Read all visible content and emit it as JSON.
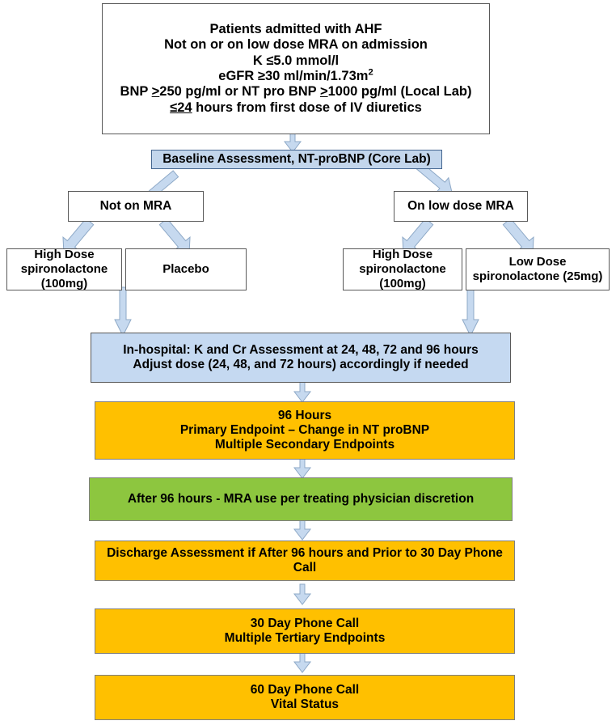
{
  "diagram": {
    "title": "AHF spironolactone trial flow diagram",
    "colors": {
      "blue_fill": "#c3d6ec",
      "blue_light_fill": "#c5d9f1",
      "orange_fill": "#ffc000",
      "green_fill": "#8dc63f",
      "box_border": "#595959",
      "arrow_fill": "#c6d9ef",
      "arrow_stroke": "#7f9db9",
      "text": "#000000"
    },
    "nodes": {
      "inclusion": {
        "lines": [
          "Patients admitted with AHF",
          "Not on or on low dose MRA on admission",
          "K ≤5.0 mmol/l",
          "eGFR ≥30 ml/min/1.73m2",
          "BNP >250 pg/ml or NT pro BNP >1000 pg/ml (Local Lab)",
          "≤24 hours from first dose of IV diuretics"
        ],
        "line1": "Patients admitted with AHF",
        "line2": "Not on or on low dose MRA on admission",
        "line3": "K ≤5.0 mmol/l",
        "line4_a": "eGFR ≥30 ml/min/1.73m",
        "line4_sup": "2",
        "line5_a": "BNP ",
        "line5_gt1": ">",
        "line5_b": "250 pg/ml or NT pro BNP ",
        "line5_gt2": ">",
        "line5_c": "1000 pg/ml (Local Lab)",
        "line6_le": "≤24",
        "line6_b": " hours from first dose of IV diuretics"
      },
      "baseline": {
        "label": "Baseline Assessment, NT-proBNP (Core Lab)"
      },
      "not_on_mra": {
        "label": "Not on MRA"
      },
      "on_low_dose_mra": {
        "label": "On low dose MRA"
      },
      "arm_high_left": {
        "line1": "High Dose",
        "line2": "spironolactone",
        "line3": "(100mg)"
      },
      "arm_placebo": {
        "label": "Placebo"
      },
      "arm_high_right": {
        "line1": "High Dose",
        "line2": "spironolactone",
        "line3": "(100mg)"
      },
      "arm_low_right": {
        "line1": "Low Dose",
        "line2": "spironolactone (25mg)"
      },
      "in_hospital": {
        "line1": "In-hospital: K and Cr Assessment at 24, 48, 72 and 96 hours",
        "line2": "Adjust dose (24, 48, and 72 hours) accordingly if needed"
      },
      "hours96": {
        "line1": "96 Hours",
        "line2": "Primary Endpoint – Change in NT proBNP",
        "line3": "Multiple Secondary Endpoints"
      },
      "after96": {
        "label": "After 96 hours - MRA use per treating physician discretion"
      },
      "discharge": {
        "label": "Discharge Assessment if After 96 hours and Prior to 30 Day Phone Call"
      },
      "day30": {
        "line1": "30 Day Phone Call",
        "line2": "Multiple Tertiary Endpoints"
      },
      "day60": {
        "line1": "60 Day Phone Call",
        "line2": "Vital Status"
      }
    },
    "connectors": [
      {
        "name": "inclusion-to-baseline",
        "kind": "down-arrow"
      },
      {
        "name": "baseline-to-not-on-mra",
        "kind": "diagonal-left-arrow"
      },
      {
        "name": "baseline-to-on-low-dose-mra",
        "kind": "diagonal-right-arrow"
      },
      {
        "name": "not-on-mra-to-high-dose",
        "kind": "diagonal-left-arrow"
      },
      {
        "name": "not-on-mra-to-placebo",
        "kind": "diagonal-right-arrow"
      },
      {
        "name": "on-low-dose-mra-to-high-dose",
        "kind": "diagonal-left-arrow"
      },
      {
        "name": "on-low-dose-mra-to-low-dose",
        "kind": "diagonal-right-arrow"
      },
      {
        "name": "left-arms-to-in-hospital",
        "kind": "down-arrow"
      },
      {
        "name": "right-arms-to-in-hospital",
        "kind": "down-arrow"
      },
      {
        "name": "in-hospital-to-96-hours",
        "kind": "down-arrow"
      },
      {
        "name": "96-hours-to-after-96",
        "kind": "down-arrow"
      },
      {
        "name": "after-96-to-discharge",
        "kind": "down-arrow"
      },
      {
        "name": "discharge-to-30-day",
        "kind": "down-arrow"
      },
      {
        "name": "30-day-to-60-day",
        "kind": "down-arrow"
      }
    ]
  }
}
